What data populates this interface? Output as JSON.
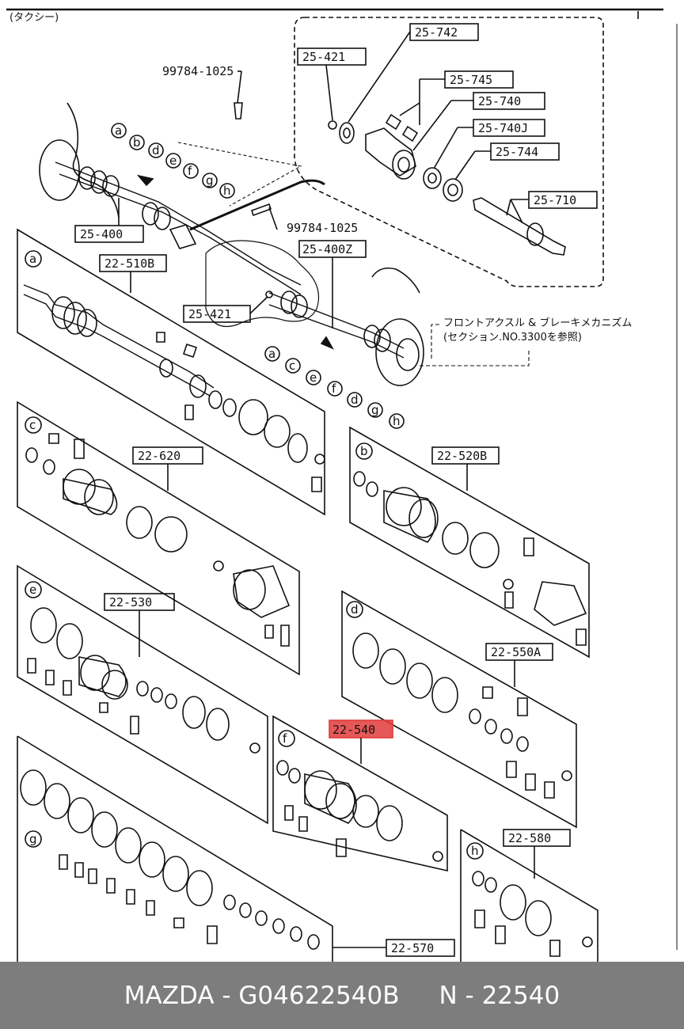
{
  "header": {
    "tag": "(タクシー)"
  },
  "bolts": {
    "top": "99784-1025",
    "mid": "99784-1025"
  },
  "labels": {
    "p25742": "25-742",
    "p25421a": "25-421",
    "p25745": "25-745",
    "p25740": "25-740",
    "p25740j": "25-740J",
    "p25744": "25-744",
    "p25710": "25-710",
    "p25400": "25-400",
    "p25400z": "25-400Z",
    "p25421b": "25-421",
    "p22510b": "22-510B",
    "p22620": "22-620",
    "p22520b": "22-520B",
    "p22530": "22-530",
    "p22550a": "22-550A",
    "p22540": "22-540",
    "p22580": "22-580",
    "p22570": "22-570"
  },
  "note": {
    "line1": "フロントアクスル & ブレーキメカニズム",
    "line2": "(セクション.NO.3300を参照)"
  },
  "letters": {
    "a": "a",
    "b": "b",
    "c": "c",
    "d": "d",
    "e": "e",
    "f": "f",
    "g": "g",
    "h": "h"
  },
  "highlight_color": "#e23b3b",
  "footer": {
    "brand_part": "MAZDA - G04622540B",
    "ref": "N - 22540"
  }
}
